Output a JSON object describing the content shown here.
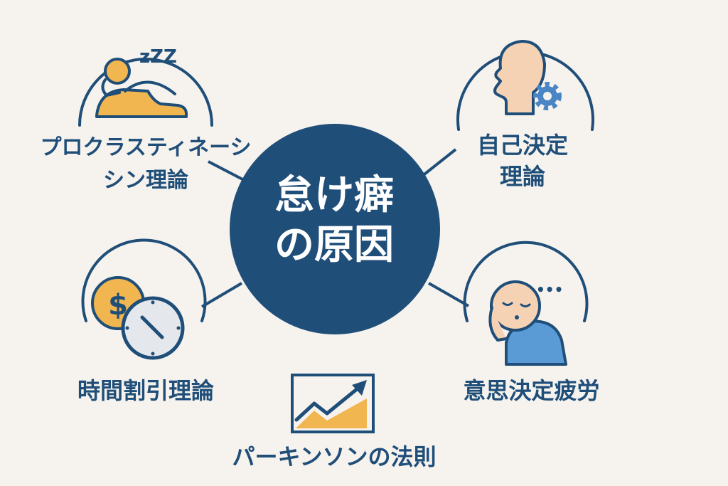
{
  "colors": {
    "background": "#F6F3EE",
    "primary": "#1F4E79",
    "accent": "#F2B650",
    "skin": "#F6D2B5",
    "shirt": "#5B9BD5",
    "gear": "#4A86C5",
    "clock_face": "#E4E7EC",
    "white": "#FFFFFF"
  },
  "center": {
    "title_line1": "怠け癖",
    "title_line2": "の原因"
  },
  "nodes": {
    "procrastination": {
      "label_line1": "プロクラスティネーシ",
      "label_line2": "シン理論",
      "icon": "reclining-sleeping-person-icon",
      "badge_text": "zZZ"
    },
    "self_determination": {
      "label_line1": "自己決定",
      "label_line2": "理論",
      "icon": "head-with-gear-icon"
    },
    "time_discounting": {
      "label": "時間割引理論",
      "icon": "coin-and-clock-icon",
      "coin_symbol": "$"
    },
    "parkinson": {
      "label": "パーキンソンの法則",
      "icon": "rising-chart-icon"
    },
    "decision_fatigue": {
      "label": "意思決定疲労",
      "icon": "tired-person-icon",
      "badge_text": "•••"
    }
  }
}
